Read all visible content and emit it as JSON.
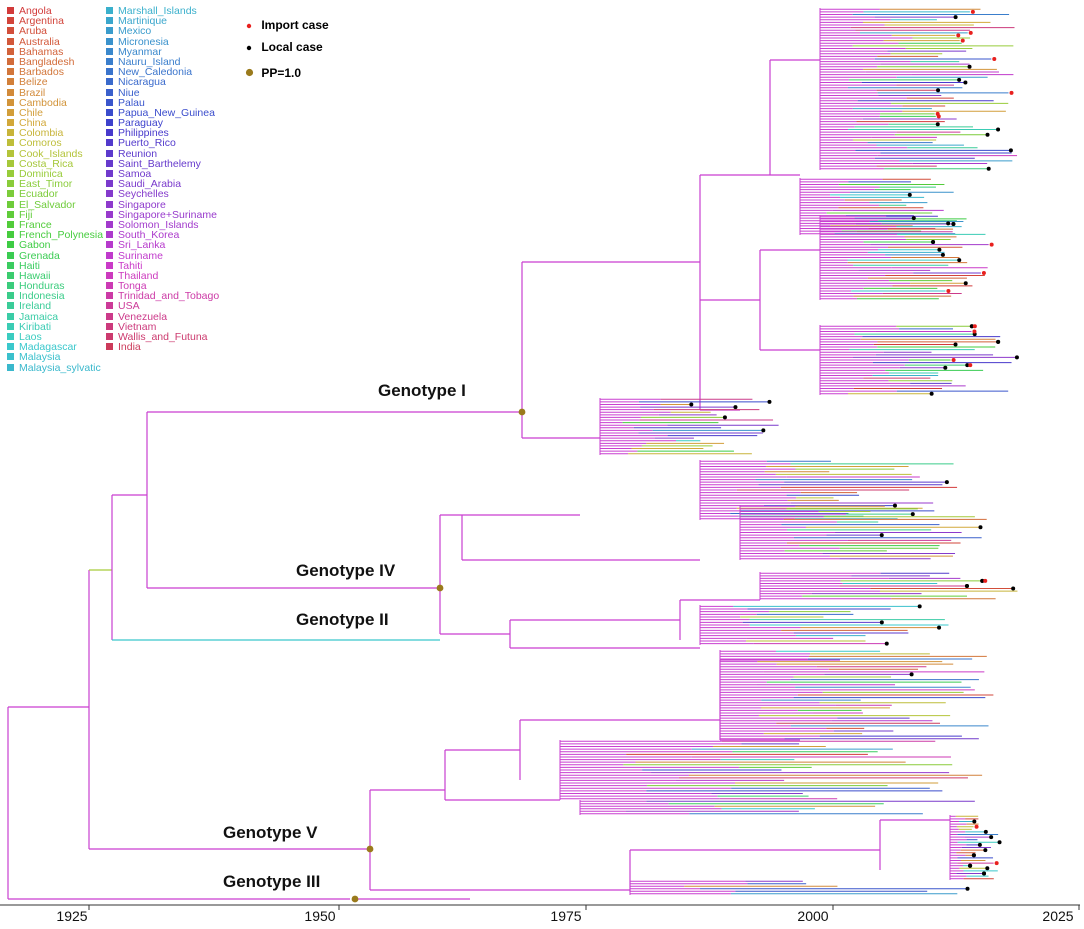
{
  "legend": {
    "column1": [
      {
        "label": "Angola",
        "color": "#d23a3a"
      },
      {
        "label": "Argentina",
        "color": "#d2443a"
      },
      {
        "label": "Aruba",
        "color": "#d24e3a"
      },
      {
        "label": "Australia",
        "color": "#d2583a"
      },
      {
        "label": "Bahamas",
        "color": "#d2623a"
      },
      {
        "label": "Bangladesh",
        "color": "#d26c3a"
      },
      {
        "label": "Barbados",
        "color": "#d2763a"
      },
      {
        "label": "Belize",
        "color": "#d2803a"
      },
      {
        "label": "Brazil",
        "color": "#d28a3a"
      },
      {
        "label": "Cambodia",
        "color": "#d2943a"
      },
      {
        "label": "Chile",
        "color": "#d29e3a"
      },
      {
        "label": "China",
        "color": "#d2a83a"
      },
      {
        "label": "Colombia",
        "color": "#c8b43a"
      },
      {
        "label": "Comoros",
        "color": "#bebe3a"
      },
      {
        "label": "Cook_Islands",
        "color": "#b4c43a"
      },
      {
        "label": "Costa_Rica",
        "color": "#a6c83a"
      },
      {
        "label": "Dominica",
        "color": "#98cc3a"
      },
      {
        "label": "East_Timor",
        "color": "#8acc3a"
      },
      {
        "label": "Ecuador",
        "color": "#7ccc3a"
      },
      {
        "label": "El_Salvador",
        "color": "#6ecc3a"
      },
      {
        "label": "Fiji",
        "color": "#60cc3a"
      },
      {
        "label": "France",
        "color": "#52cc3a"
      },
      {
        "label": "French_Polynesia",
        "color": "#46cc3e"
      },
      {
        "label": "Gabon",
        "color": "#3ecc44"
      },
      {
        "label": "Grenada",
        "color": "#3acc52"
      },
      {
        "label": "Haiti",
        "color": "#3acc60"
      },
      {
        "label": "Hawaii",
        "color": "#3acc6e"
      },
      {
        "label": "Honduras",
        "color": "#3acc7c"
      },
      {
        "label": "Indonesia",
        "color": "#3acc8a"
      },
      {
        "label": "Ireland",
        "color": "#3acc98"
      },
      {
        "label": "Jamaica",
        "color": "#3acca6"
      },
      {
        "label": "Kiribati",
        "color": "#3accb4"
      },
      {
        "label": "Laos",
        "color": "#3accc0"
      },
      {
        "label": "Madagascar",
        "color": "#3ac8cc"
      },
      {
        "label": "Malaysia",
        "color": "#3ac0cc"
      },
      {
        "label": "Malaysia_sylvatic",
        "color": "#3ab8cc"
      }
    ],
    "column2": [
      {
        "label": "Marshall_Islands",
        "color": "#3ab0cc"
      },
      {
        "label": "Martinique",
        "color": "#3aa6cc"
      },
      {
        "label": "Mexico",
        "color": "#3a9ccc"
      },
      {
        "label": "Micronesia",
        "color": "#3a92cc"
      },
      {
        "label": "Myanmar",
        "color": "#3a88cc"
      },
      {
        "label": "Nauru_Island",
        "color": "#3a7ecc"
      },
      {
        "label": "New_Caledonia",
        "color": "#3a74cc"
      },
      {
        "label": "Nicaragua",
        "color": "#3a6acc"
      },
      {
        "label": "Niue",
        "color": "#3a60cc"
      },
      {
        "label": "Palau",
        "color": "#3a56cc"
      },
      {
        "label": "Papua_New_Guinea",
        "color": "#3a4ccc"
      },
      {
        "label": "Paraguay",
        "color": "#3e42cc"
      },
      {
        "label": "Philippines",
        "color": "#483acc"
      },
      {
        "label": "Puerto_Rico",
        "color": "#523acc"
      },
      {
        "label": "Reunion",
        "color": "#5c3acc"
      },
      {
        "label": "Saint_Barthelemy",
        "color": "#663acc"
      },
      {
        "label": "Samoa",
        "color": "#703acc"
      },
      {
        "label": "Saudi_Arabia",
        "color": "#7a3acc"
      },
      {
        "label": "Seychelles",
        "color": "#843acc"
      },
      {
        "label": "Singapore",
        "color": "#8e3acc"
      },
      {
        "label": "Singapore+Suriname",
        "color": "#983acc"
      },
      {
        "label": "Solomon_Islands",
        "color": "#a23acc"
      },
      {
        "label": "South_Korea",
        "color": "#ac3acc"
      },
      {
        "label": "Sri_Lanka",
        "color": "#b63acc"
      },
      {
        "label": "Suriname",
        "color": "#c03acc"
      },
      {
        "label": "Tahiti",
        "color": "#ca3ac8"
      },
      {
        "label": "Thailand",
        "color": "#cc3abe"
      },
      {
        "label": "Tonga",
        "color": "#cc3ab4"
      },
      {
        "label": "Trinidad_and_Tobago",
        "color": "#cc3aa6"
      },
      {
        "label": "USA",
        "color": "#cc3a98"
      },
      {
        "label": "Venezuela",
        "color": "#cc3a8a"
      },
      {
        "label": "Vietnam",
        "color": "#cc3a7c"
      },
      {
        "label": "Wallis_and_Futuna",
        "color": "#cc3a6e"
      },
      {
        "label": "India",
        "color": "#cc3a5a"
      }
    ]
  },
  "key": {
    "import_label": "Import case",
    "import_color": "#e8201e",
    "local_label": "Local case",
    "local_color": "#000000",
    "pp_label": "PP=1.0",
    "pp_color": "#9a7a1c"
  },
  "genotypes": {
    "g1": "Genotype I",
    "g4": "Genotype IV",
    "g2": "Genotype II",
    "g5": "Genotype V",
    "g3": "Genotype III"
  },
  "axis": {
    "ticks": [
      "1925",
      "1950",
      "1975",
      "2000",
      "2025"
    ]
  },
  "colors": {
    "branch_main": "#c93fd0",
    "branch_green": "#a8cc3a",
    "branch_cyan": "#3ac8cc"
  }
}
